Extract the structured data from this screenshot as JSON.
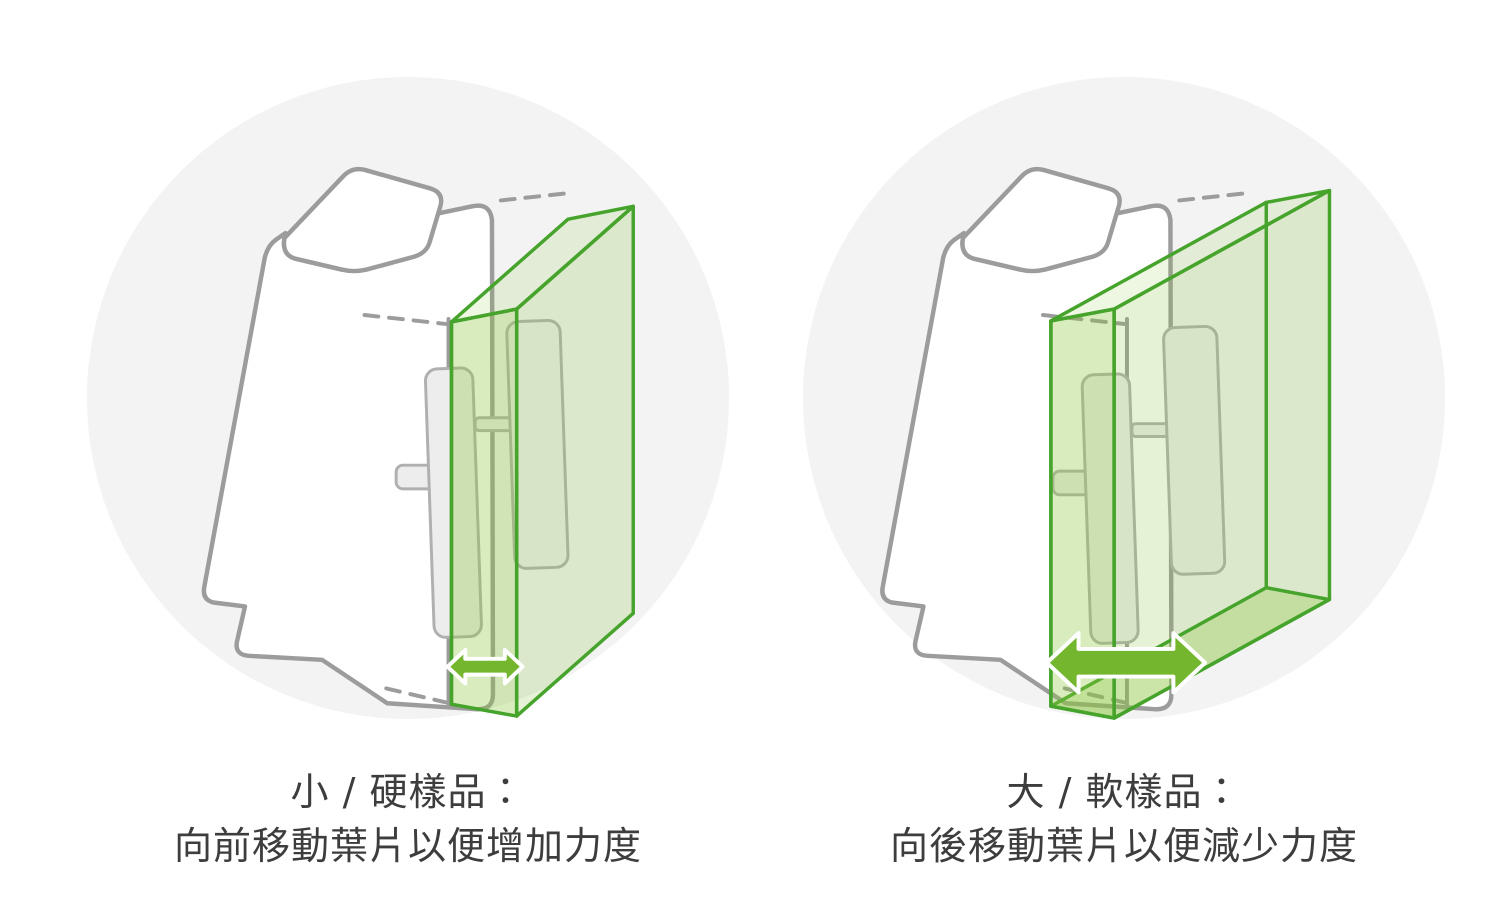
{
  "panels": [
    {
      "name": "small-hard-sample-panel",
      "caption_line1": "小 / 硬樣品：",
      "caption_line2": "向前移動葉片以便增加力度",
      "illustration": "device-with-narrow-green-slot",
      "arrow_icon": "small-horizontal-double-arrow"
    },
    {
      "name": "large-soft-sample-panel",
      "caption_line1": "大 / 軟樣品：",
      "caption_line2": "向後移動葉片以便減少力度",
      "illustration": "device-with-wide-green-slot",
      "arrow_icon": "large-horizontal-double-arrow"
    }
  ],
  "colors": {
    "background": "#ffffff",
    "circle_bg": "#f3f3f3",
    "device_stroke": "#9c9c9c",
    "device_fill": "#ffffff",
    "blade_fill": "#ededed",
    "blade_stroke": "#b0b0b0",
    "green_stroke": "#46a32c",
    "green_fill": "#8cc63f",
    "arrow_green": "#74b62e",
    "caption_text": "#3d3d3d"
  }
}
